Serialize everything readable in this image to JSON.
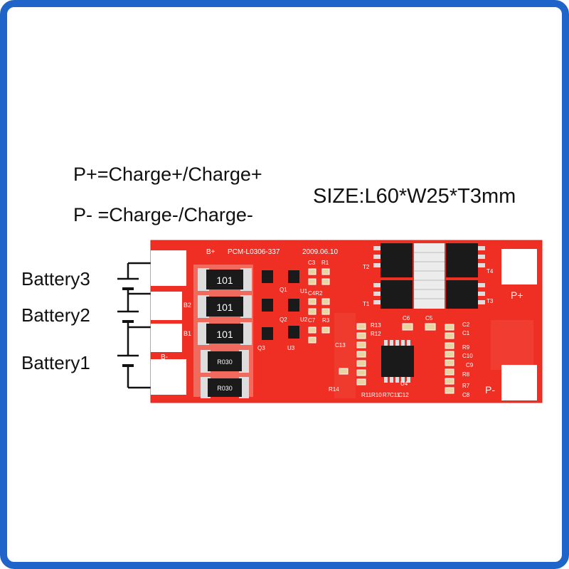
{
  "labels": {
    "formula_positive": "P+=Charge+/Charge+",
    "formula_negative": "P- =Charge-/Charge-",
    "size": "SIZE:L60*W25*T3mm"
  },
  "batteries": [
    {
      "label": "Battery3"
    },
    {
      "label": "Battery2"
    },
    {
      "label": "Battery1"
    }
  ],
  "board": {
    "model": "PCM-L0306-337",
    "date": "2009.06.10",
    "pad_labels": {
      "b_plus": "B+",
      "b2": "B2",
      "b1": "B1",
      "b_minus": "B-",
      "p_plus": "P+",
      "p_minus": "P-"
    },
    "resistors": [
      {
        "code": "101"
      },
      {
        "code": "101"
      },
      {
        "code": "101"
      },
      {
        "code": "R030"
      },
      {
        "code": "R030"
      }
    ],
    "silkscreen": {
      "q1": "Q1",
      "q2": "Q2",
      "q3": "Q3",
      "u1": "U1",
      "u2": "U2",
      "u3": "U3",
      "u4": "U4",
      "c3": "C3",
      "r1": "R1",
      "c4r2": "C4R2",
      "c7": "C7",
      "r3": "R3",
      "c13": "C13",
      "r14": "R14",
      "r13": "R13",
      "r12": "R12",
      "r11": "R11",
      "r10": "R10",
      "r7": "R7",
      "c11": "C11",
      "c12": "C12",
      "c6": "C6",
      "c5": "C5",
      "c2": "C2",
      "c1": "C1",
      "r9": "R9",
      "c10": "C10",
      "c9": "C9",
      "r8": "R8",
      "r7b": "R7",
      "c8": "C8",
      "t1": "T1",
      "t2": "T2",
      "t3": "T3",
      "t4": "T4"
    }
  },
  "colors": {
    "frame": "#1f64c8",
    "pcb": "#ef2f23",
    "pad": "#ffffff",
    "chip": "#1a1a1a"
  }
}
